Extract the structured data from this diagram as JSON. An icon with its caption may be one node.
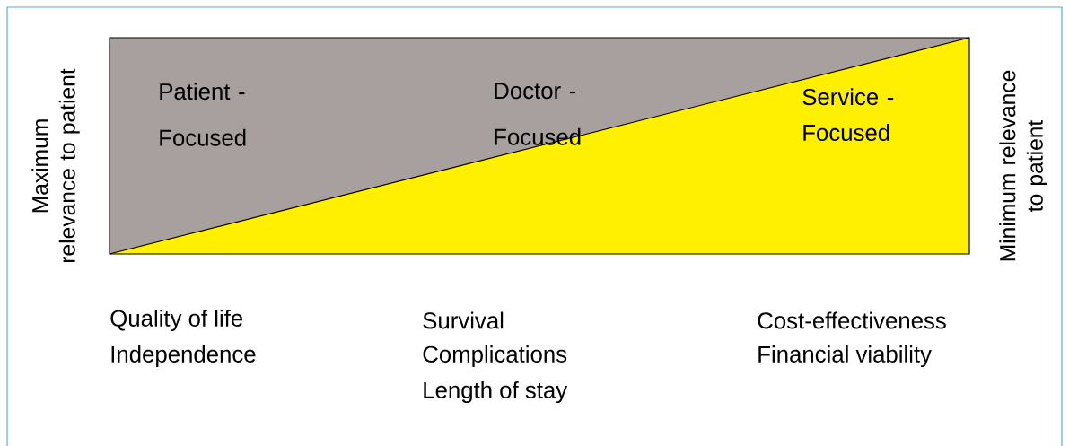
{
  "diagram": {
    "labels": [
      "Maximum relevance to patient",
      "Patient - Focused",
      "Doctor - Focused",
      "Service - Focused",
      "Minimum relevance to patient",
      "Quality of life",
      "Independence",
      "Survival",
      "Complications",
      "Length of stay",
      "Cost-effectiveness",
      "Financial viability"
    ]
  }
}
